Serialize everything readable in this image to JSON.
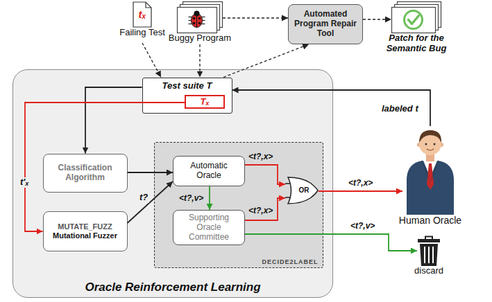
{
  "diagram": {
    "nodes": [
      {
        "text": [
          "tₓ",
          "Failing Test"
        ]
      },
      {
        "text": [
          "Buggy Program"
        ]
      },
      {
        "text": [
          "Automated Program Repair Tool"
        ]
      },
      {
        "text": [
          "Patch for the Semantic Bug"
        ]
      },
      {
        "text": [
          "Oracle Reinforcement Learning"
        ]
      },
      {
        "text": [
          "Test suite T"
        ],
        "in": 4
      },
      {
        "text": [
          "Tₓ"
        ],
        "in": 5
      },
      {
        "text": [
          "Classification Algorithm"
        ],
        "in": 4
      },
      {
        "text": [
          "MUTATE_FUZZ",
          "Mutational Fuzzer"
        ],
        "in": 4
      },
      {
        "text": [
          "DECIDE2LABEL"
        ],
        "in": 4
      },
      {
        "text": [
          "Automatic Oracle"
        ],
        "in": 9
      },
      {
        "text": [
          "Supporting Oracle Committee"
        ],
        "in": 9
      },
      {
        "text": [
          "OR"
        ],
        "in": 9
      },
      {
        "text": [
          "Human Oracle"
        ]
      },
      {
        "text": [
          "discard"
        ]
      }
    ],
    "edges": [
      {
        "from": 0,
        "to": 5,
        "arrow": "to"
      },
      {
        "from": 1,
        "to": 5,
        "arrow": "to"
      },
      {
        "from": 1,
        "to": 2,
        "arrow": "to"
      },
      {
        "from": 5,
        "to": 2,
        "arrow": "to"
      },
      {
        "from": 2,
        "to": 3,
        "arrow": "to"
      },
      {
        "from": 5,
        "to": 7,
        "arrow": "to"
      },
      {
        "from": 6,
        "to": 8,
        "label": "t'ₓ",
        "arrow": "to"
      },
      {
        "from": 7,
        "to": 10,
        "arrow": "to"
      },
      {
        "from": 8,
        "to": 10,
        "label": "t?",
        "arrow": "to"
      },
      {
        "from": 10,
        "to": 12,
        "label": "<t?,x>",
        "arrow": "to"
      },
      {
        "from": 10,
        "to": 11,
        "label": "<t?,v>",
        "arrow": "to"
      },
      {
        "from": 11,
        "to": 12,
        "label": "<t?,x>",
        "arrow": "to"
      },
      {
        "from": 12,
        "to": 13,
        "label": "<t?,x>",
        "arrow": "to"
      },
      {
        "from": 11,
        "to": 14,
        "label": "<t?,v>",
        "arrow": "to"
      },
      {
        "from": 13,
        "to": 5,
        "label": "labeled t",
        "arrow": "to"
      }
    ]
  }
}
